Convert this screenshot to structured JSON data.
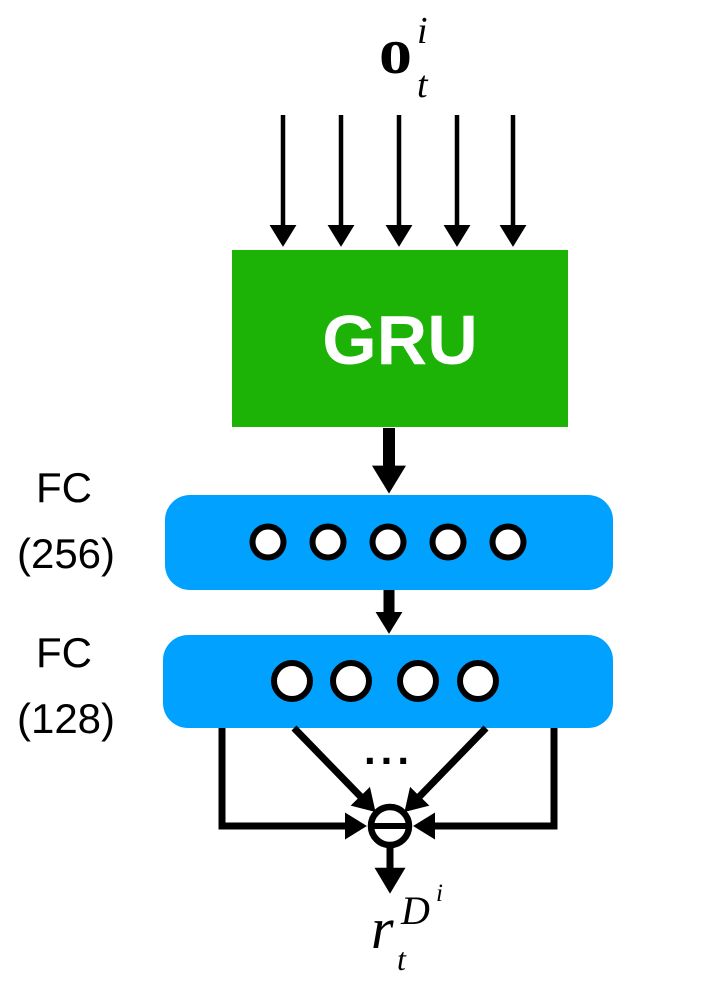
{
  "page": {
    "background": "#FFFFFF"
  },
  "diagram": {
    "type": "neural-network-architecture",
    "input": {
      "symbol_base": "o",
      "symbol_sup": "i",
      "symbol_sub": "t",
      "arrow_count": 5
    },
    "gru": {
      "label": "GRU",
      "fill": "#1CB206",
      "text_color": "#FFFFFF"
    },
    "fc1": {
      "label_name": "FC",
      "label_units": "(256)",
      "neurons_shown": 5,
      "fill": "#00A1FF"
    },
    "fc2": {
      "label_name": "FC",
      "label_units": "(128)",
      "neurons_shown": 4,
      "fill": "#00A1FF"
    },
    "ellipsis": "...",
    "aggregator": {
      "shape": "circle-minus",
      "symbol": "−"
    },
    "output": {
      "symbol_base": "r",
      "symbol_sup_base": "D",
      "symbol_sup_exp": "i",
      "symbol_sub": "t"
    }
  }
}
